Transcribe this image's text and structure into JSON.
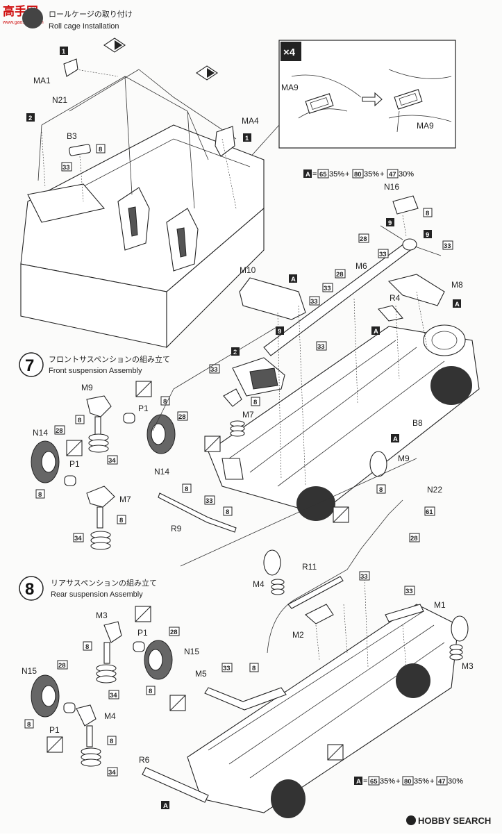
{
  "header": {
    "logo_text": "高手网",
    "logo_url": "www.gaoshou.com",
    "step_title_jp": "ロールケージの取り付け",
    "step_title_en": "Roll cage Installation"
  },
  "step7": {
    "number": "7",
    "title_jp": "フロントサスペンションの組み立て",
    "title_en": "Front suspension Assembly"
  },
  "step8": {
    "number": "8",
    "title_jp": "リアサスペンションの組み立て",
    "title_en": "Rear suspension Assembly"
  },
  "inset": {
    "multiplier": "×4",
    "part_a": "MA9",
    "part_b": "MA9"
  },
  "paint_formula": {
    "a": "A",
    "eq": "=",
    "c1": "65",
    "p1": "35%",
    "plus1": "+",
    "c2": "80",
    "p2": "35%",
    "plus2": "+",
    "c3": "47",
    "p3": "30%"
  },
  "part_labels": {
    "MA1": "MA1",
    "N21": "N21",
    "B3": "B3",
    "MA4": "MA4",
    "N16": "N16",
    "M10": "M10",
    "M6": "M6",
    "M8": "M8",
    "R4": "R4",
    "B8": "B8",
    "M9a": "M9",
    "P1a": "P1",
    "N14a": "N14",
    "N14b": "N14",
    "P1b": "P1",
    "M7a": "M7",
    "M7b": "M7",
    "R9": "R9",
    "M9b": "M9",
    "N22": "N22",
    "M4a": "M4",
    "R11": "R11",
    "M1": "M1",
    "M2": "M2",
    "M3a": "M3",
    "M3b": "M3",
    "P1c": "P1",
    "N15a": "N15",
    "N15b": "N15",
    "M4b": "M4",
    "P1d": "P1",
    "M5": "M5",
    "R6": "R6"
  },
  "color_codes": {
    "c1": "1",
    "c2": "2",
    "c3": "1",
    "c8a": "8",
    "c33a": "33",
    "cA1": "A",
    "c28a": "28",
    "c33b": "33",
    "c9a": "9",
    "c9b": "9",
    "c33c": "33",
    "c8b": "8",
    "c28b": "28",
    "c33d": "33",
    "cAb": "A",
    "cAc": "A",
    "c33e": "33",
    "c9c": "9",
    "c33f": "33",
    "c33g": "33",
    "c8c": "8",
    "cAd": "A",
    "c8d": "8",
    "c28c": "28",
    "c34a": "34",
    "c8e": "8",
    "c28d": "28",
    "c8f": "8",
    "c8g": "8",
    "c34b": "34",
    "c8h": "8",
    "c8i": "8",
    "c33h": "33",
    "c8j": "8",
    "c61": "61",
    "c28e": "28",
    "c33i": "33",
    "c33j": "33",
    "c8k": "8",
    "c28f": "28",
    "c34c": "34",
    "c8l": "8",
    "c28g": "28",
    "c8m": "8",
    "c8n": "8",
    "c8o": "8",
    "c34d": "34",
    "c33k": "33",
    "c8p": "8",
    "cAe": "A"
  },
  "watermark": "HOBBY SEARCH"
}
